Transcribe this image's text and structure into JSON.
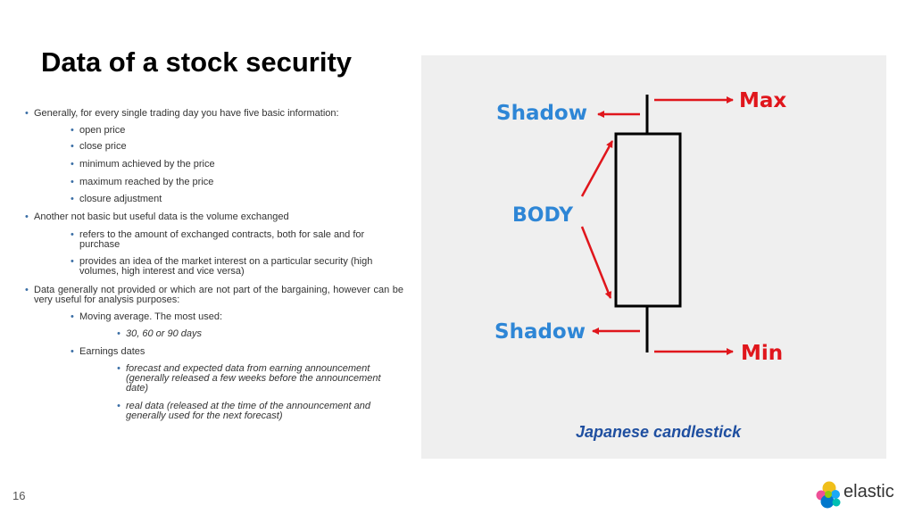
{
  "slide": {
    "title": "Data of a stock security",
    "page_number": "16",
    "caption": "Japanese candlestick"
  },
  "bullets": [
    {
      "level": 1,
      "text": "Generally, for every single trading day you have five basic information:"
    },
    {
      "level": 2,
      "text": "open price"
    },
    {
      "level": 2,
      "text": "close price"
    },
    {
      "level": 2,
      "text": "minimum achieved by the price"
    },
    {
      "level": 2,
      "text": "maximum reached by the price"
    },
    {
      "level": 2,
      "text": "closure adjustment"
    },
    {
      "level": 1,
      "text": "Another not basic but useful data is the volume exchanged"
    },
    {
      "level": 2,
      "text": "refers to the amount of exchanged contracts, both for sale and for purchase"
    },
    {
      "level": 2,
      "text": "provides an idea of the market interest on a particular security (high volumes, high interest and vice versa)"
    },
    {
      "level": 1,
      "text": "Data generally not provided or which are not part of the bargaining, however can be very useful for analysis purposes:"
    },
    {
      "level": 2,
      "text": "Moving average. The most used:"
    },
    {
      "level": 3,
      "text": "30, 60 or 90 days"
    },
    {
      "level": 2,
      "text": "Earnings dates"
    },
    {
      "level": 3,
      "text": "forecast and expected data from earning announcement (generally released a few weeks before the announcement date)"
    },
    {
      "level": 3,
      "text": "real data (released at the time of the announcement and generally  used for the next forecast)"
    }
  ],
  "diagram": {
    "labels": {
      "shadow_top": "Shadow",
      "shadow_bottom": "Shadow",
      "body": "BODY",
      "max": "Max",
      "min": "Min"
    },
    "colors": {
      "label_blue": "#2e86d6",
      "arrow_red": "#e0161c",
      "max_min_red": "#e0161c",
      "candle": "#000000",
      "panel_bg": "#efefef",
      "caption": "#1f4fa0"
    }
  },
  "logo": {
    "text": "elastic",
    "icon": "elastic-logo-icon"
  }
}
